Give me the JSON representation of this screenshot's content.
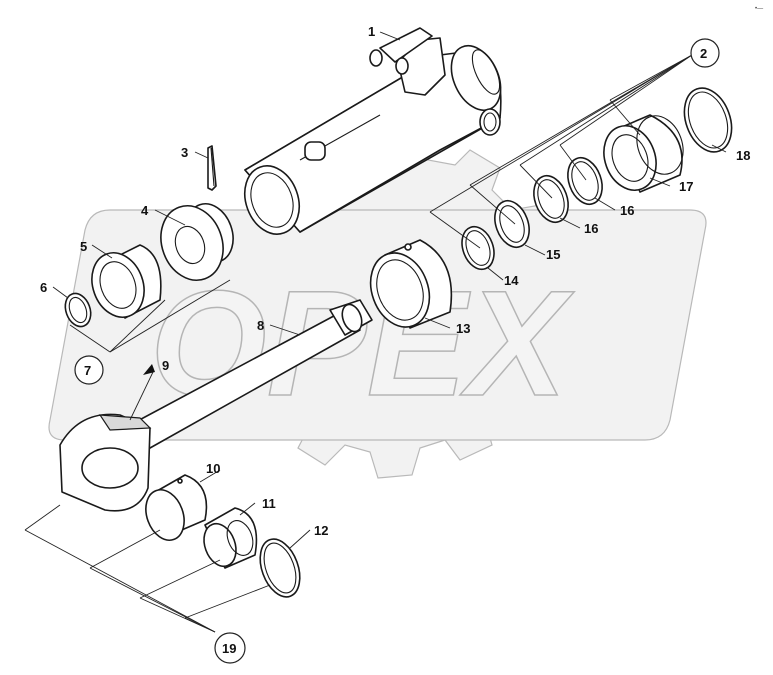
{
  "watermark": {
    "text": "OPEX"
  },
  "corner_mark": "•—",
  "callouts": [
    {
      "id": "c1",
      "text": "1"
    },
    {
      "id": "c2",
      "text": "2"
    },
    {
      "id": "c3",
      "text": "3"
    },
    {
      "id": "c4",
      "text": "4"
    },
    {
      "id": "c5",
      "text": "5"
    },
    {
      "id": "c6",
      "text": "6"
    },
    {
      "id": "c7",
      "text": "7"
    },
    {
      "id": "c8",
      "text": "8"
    },
    {
      "id": "c9",
      "text": "9"
    },
    {
      "id": "c10",
      "text": "10"
    },
    {
      "id": "c11",
      "text": "11"
    },
    {
      "id": "c12",
      "text": "12"
    },
    {
      "id": "c13",
      "text": "13"
    },
    {
      "id": "c14",
      "text": "14"
    },
    {
      "id": "c15",
      "text": "15"
    },
    {
      "id": "c16a",
      "text": "16"
    },
    {
      "id": "c16b",
      "text": "16"
    },
    {
      "id": "c17",
      "text": "17"
    },
    {
      "id": "c18",
      "text": "18"
    },
    {
      "id": "c19",
      "text": "19"
    }
  ]
}
